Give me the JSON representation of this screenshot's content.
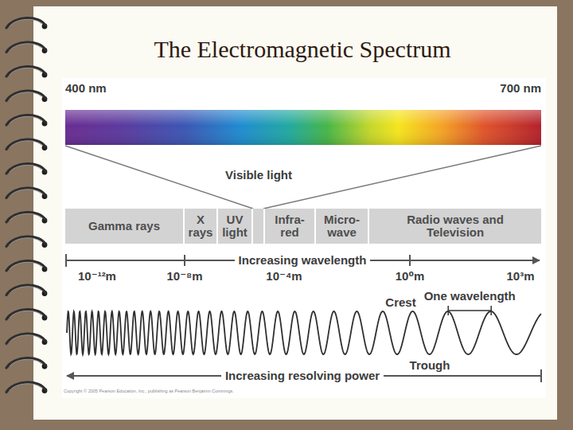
{
  "diagram": {
    "title": "The Electromagnetic Spectrum",
    "nodes": [
      {
        "text": [
          "Gamma rays"
        ]
      },
      {
        "text": [
          "X rays"
        ]
      },
      {
        "text": [
          "UV light"
        ]
      },
      {
        "text": [
          "Infra- red"
        ]
      },
      {
        "text": [
          "Micro- wave"
        ]
      },
      {
        "text": [
          "Radio waves and Television"
        ]
      }
    ],
    "labels": [
      "400 nm",
      "700 nm",
      "Visible light",
      "Increasing wavelength",
      "10⁻¹²m",
      "10⁻⁸m",
      "10⁻⁴m",
      "10⁰m",
      "10³m",
      "Crest",
      "One wavelength",
      "Trough",
      "Increasing resolving power",
      "Copyright © 2005 Pearson Education, Inc., publishing as Pearson Benjamin Cummings."
    ]
  }
}
